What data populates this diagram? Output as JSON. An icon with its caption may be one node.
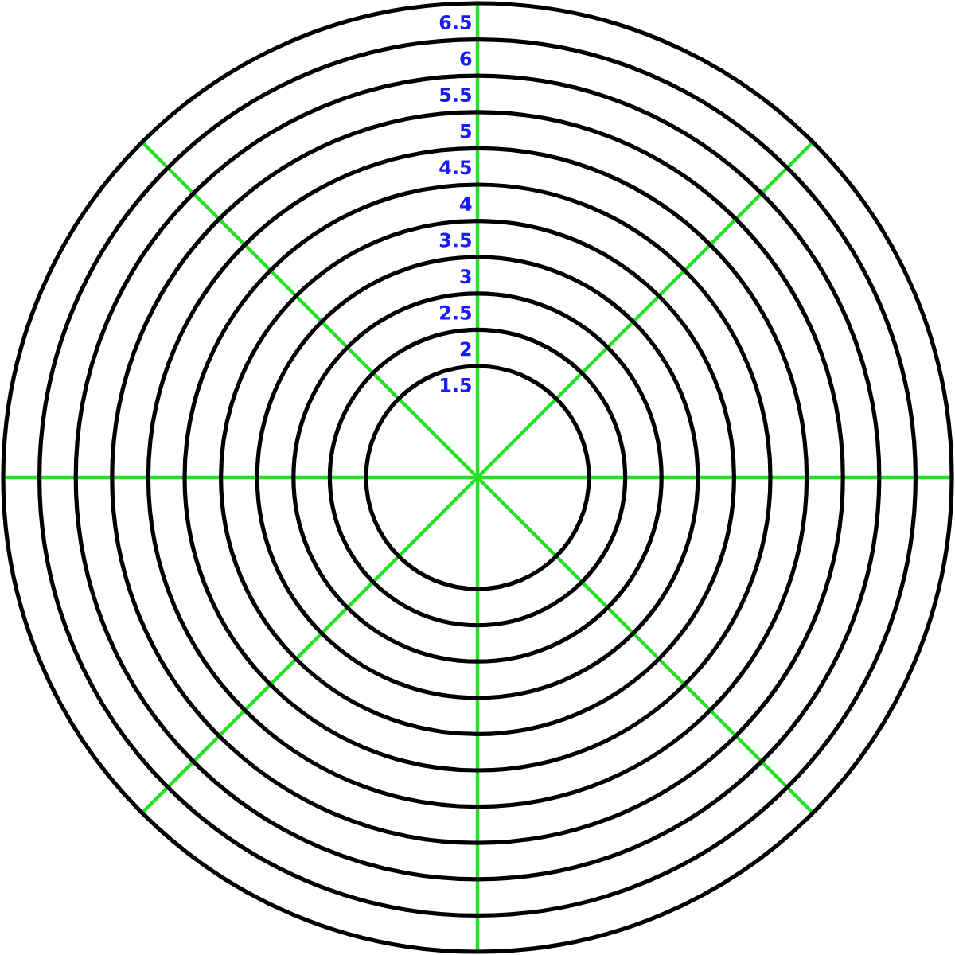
{
  "diagram": {
    "labels": [
      "6.5",
      "6",
      "5.5",
      "5",
      "4.5",
      "4",
      "3.5",
      "3",
      "2.5",
      "2",
      "1.5"
    ]
  }
}
